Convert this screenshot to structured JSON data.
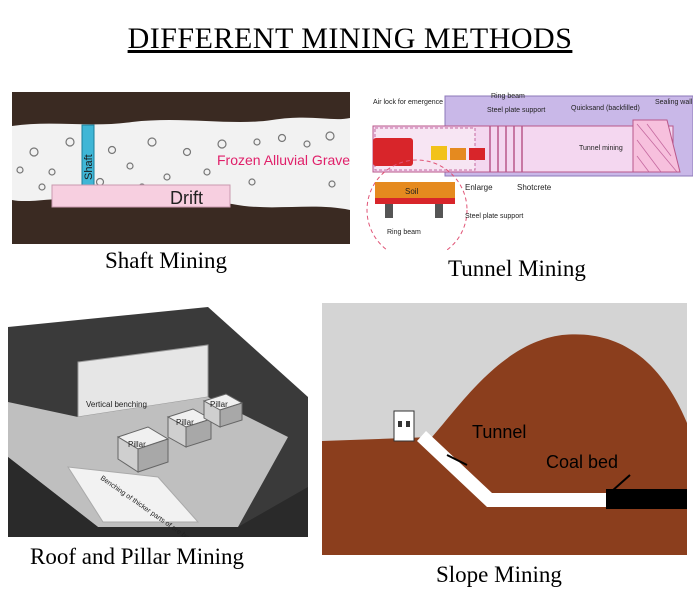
{
  "title": "DIFFERENT MINING METHODS",
  "shaft": {
    "caption": "Shaft Mining",
    "label_shaft": "Shaft",
    "label_gravel": "Frozen Alluvial Gravel",
    "label_drift": "Drift",
    "colors": {
      "rock": "#3a2a22",
      "gravel": "#f2f2f2",
      "shaft": "#3fb6d6",
      "drift": "#f7cfe0",
      "accent": "#e0206a"
    }
  },
  "tunnel": {
    "caption": "Tunnel Mining",
    "labels": {
      "air_lock": "Air lock for emergence",
      "ring_beam_top": "Ring beam",
      "steel_top": "Steel plate support",
      "quicksand": "Quicksand (backfilled)",
      "sealing": "Sealing wall",
      "tunnel_mining": "Tunnel mining",
      "soil": "Soil",
      "enlarge": "Enlarge",
      "shotcrete": "Shotcrete",
      "steel_bottom": "Steel plate support",
      "ring_beam_bottom": "Ring beam"
    },
    "colors": {
      "bg": "#c9b8e8",
      "tunnel": "#f4d7f0",
      "red": "#d8252a",
      "orange": "#e58a1f",
      "yellow": "#f2c21a"
    }
  },
  "roof": {
    "caption": "Roof and Pillar Mining",
    "labels": {
      "vertical": "Vertical benching",
      "pillar": "Pillar",
      "benching": "Benching of thicker parts of ore body"
    }
  },
  "slope": {
    "caption": "Slope Mining",
    "label_tunnel": "Tunnel",
    "label_coal": "Coal bed",
    "colors": {
      "sky": "#d4d4d4",
      "earth": "#8b3e1d",
      "tunnel": "#ffffff",
      "coal": "#000000"
    }
  }
}
